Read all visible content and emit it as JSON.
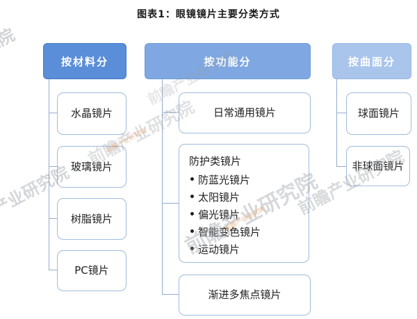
{
  "title": "图表1：眼镜镜片主要分类方式",
  "watermark": "前瞻产业研究院",
  "bullet_glyph": "•",
  "colors": {
    "header_material": "#5a8ed8",
    "header_function": "#7fa8e2",
    "header_surface": "#a9c5ec",
    "node_border": "#9fbbdd",
    "connector": "#94aece",
    "header_text": "#ffffff",
    "node_text": "#1f1f1f"
  },
  "columns": [
    {
      "header": "按材料分",
      "items": [
        {
          "label": "水晶镜片"
        },
        {
          "label": "玻璃镜片"
        },
        {
          "label": "树脂镜片"
        },
        {
          "label": "PC镜片"
        }
      ]
    },
    {
      "header": "按功能分",
      "items": [
        {
          "label": "日常通用镜片"
        },
        {
          "label": "防护类镜片",
          "bullets": [
            "防蓝光镜片",
            "太阳镜片",
            "偏光镜片",
            "智能变色镜片",
            "运动镜片"
          ]
        },
        {
          "label": "渐进多焦点镜片"
        }
      ]
    },
    {
      "header": "按曲面分",
      "items": [
        {
          "label": "球面镜片"
        },
        {
          "label": "非球面镜片"
        }
      ]
    }
  ]
}
